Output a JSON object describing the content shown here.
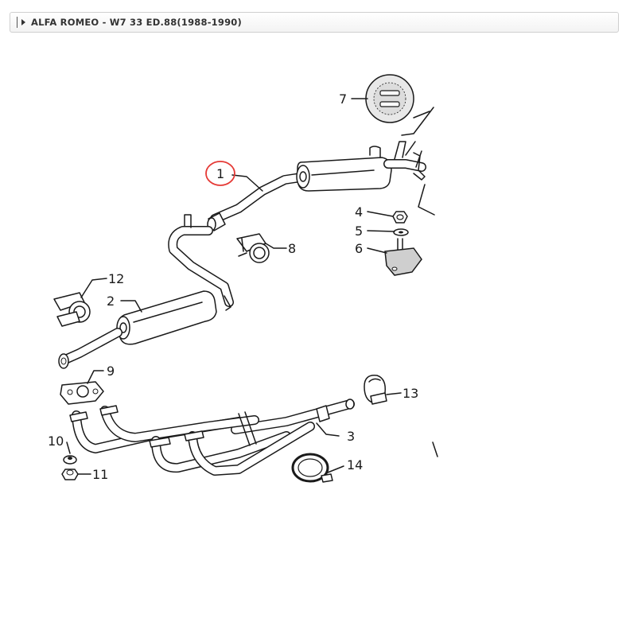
{
  "header": {
    "title": "ALFA ROMEO - W7 33 ED.88(1988-1990)"
  },
  "diagram": {
    "highlighted_part": "1",
    "callouts": [
      "1",
      "2",
      "3",
      "4",
      "5",
      "6",
      "7",
      "8",
      "9",
      "10",
      "11",
      "12",
      "13",
      "14"
    ]
  }
}
